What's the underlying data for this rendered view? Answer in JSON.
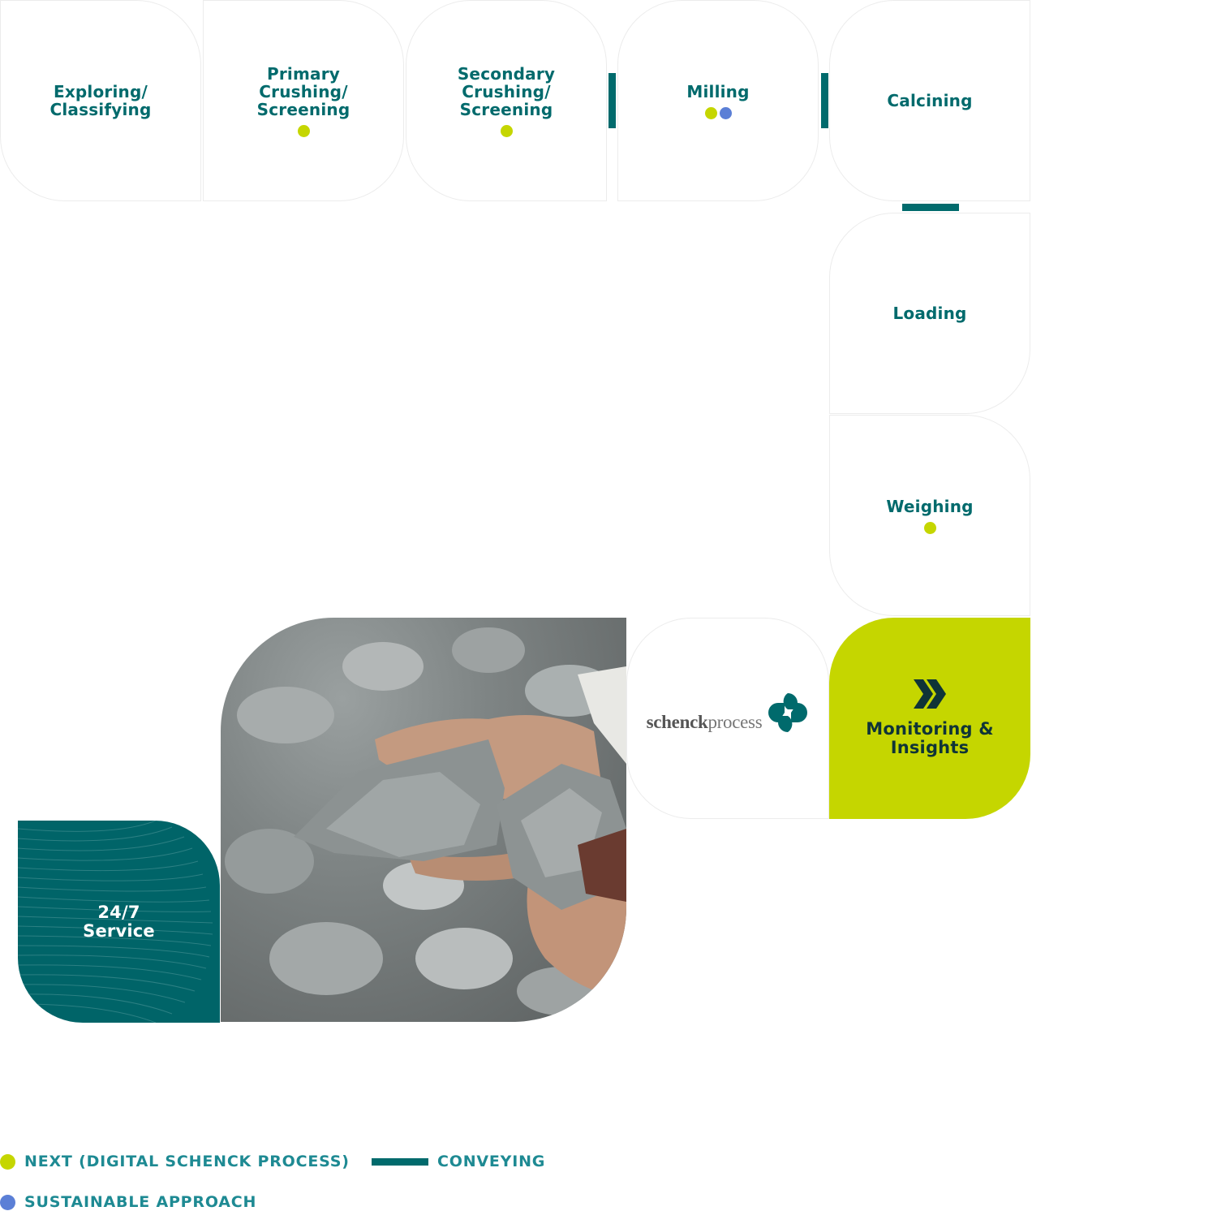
{
  "colors": {
    "teal": "#006a6c",
    "lime": "#c5d600",
    "blue": "#5b7fd6",
    "legend_text": "#1e8a93",
    "service_bg": "#006468",
    "dark_text": "#0f3437"
  },
  "steps": [
    {
      "label": "Exploring/\nClassifying",
      "dots": []
    },
    {
      "label": "Primary\nCrushing/\nScreening",
      "dots": [
        "lime"
      ]
    },
    {
      "label": "Secondary\nCrushing/\nScreening",
      "dots": [
        "lime"
      ]
    },
    {
      "label": "Milling",
      "dots": [
        "lime",
        "blue"
      ]
    },
    {
      "label": "Calcining",
      "dots": []
    },
    {
      "label": "Loading",
      "dots": []
    },
    {
      "label": "Weighing",
      "dots": [
        "lime"
      ]
    }
  ],
  "service": {
    "label": "24/7\nService"
  },
  "photo": {
    "subject": "hands holding grey stone chunks"
  },
  "brand": {
    "word1": "schenck",
    "word2": "process"
  },
  "monitoring": {
    "label": "Monitoring &\nInsights",
    "icon": "double-chevron-right-icon"
  },
  "legend": {
    "next": "NEXT (DIGITAL SCHENCK PROCESS)",
    "conveying": "CONVEYING",
    "sustainable": "SUSTAINABLE APPROACH"
  }
}
